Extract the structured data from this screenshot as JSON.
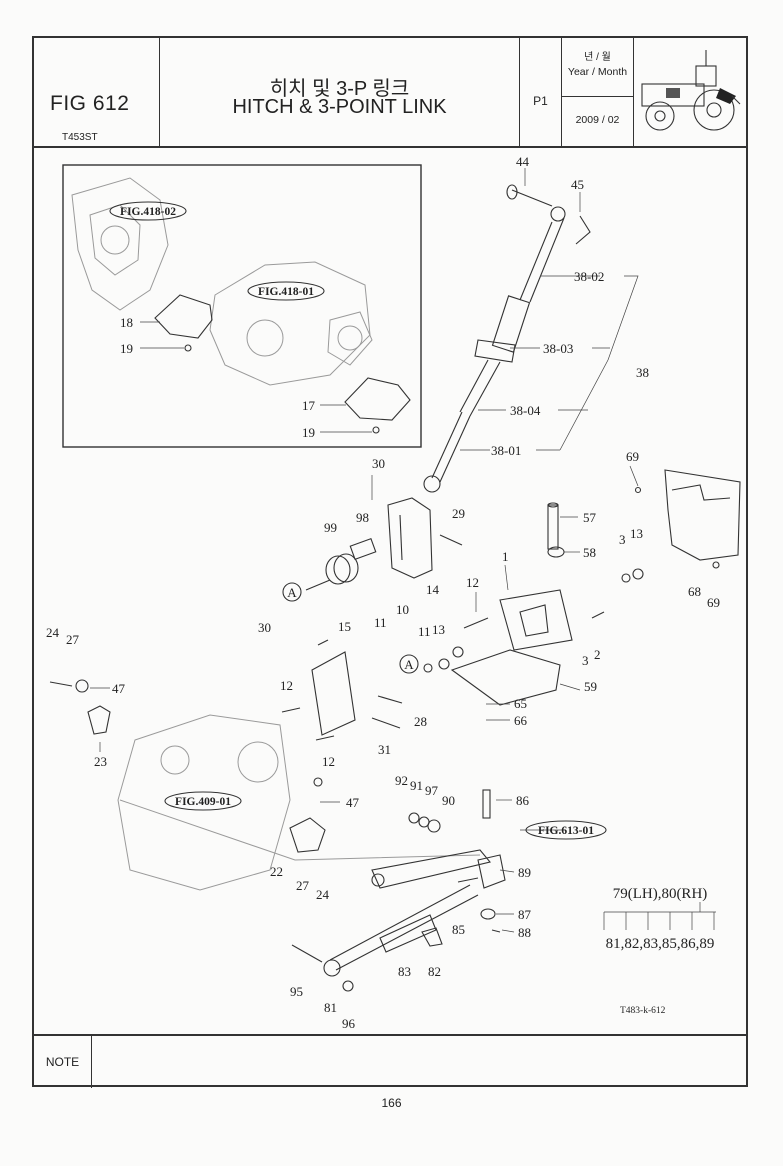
{
  "header": {
    "fig_no": "FIG 612",
    "model": "T453ST",
    "title_ko": "히치 및 3-P 링크",
    "title_en": "HITCH & 3-POINT LINK",
    "page": "P1",
    "ym_ko": "년 / 월",
    "ym_en": "Year / Month",
    "date": "2009 / 02"
  },
  "refs": {
    "r418_02": "FIG.418-02",
    "r418_01": "FIG.418-01",
    "r409_01": "FIG.409-01",
    "r613_01": "FIG.613-01"
  },
  "callouts": {
    "c44": "44",
    "c45": "45",
    "c38_02": "38-02",
    "c38_03": "38-03",
    "c38": "38",
    "c38_04": "38-04",
    "c38_01": "38-01",
    "c18": "18",
    "c19a": "19",
    "c17": "17",
    "c19b": "19",
    "c30a": "30",
    "c99": "99",
    "c98": "98",
    "c29": "29",
    "cA1": "A",
    "c14": "14",
    "c69a": "69",
    "c57": "57",
    "c58": "58",
    "c3a": "3",
    "c13a": "13",
    "c68": "68",
    "c69b": "69",
    "c1": "1",
    "c12a": "12",
    "c2": "2",
    "c3b": "3",
    "c59": "59",
    "c65": "65",
    "c66": "66",
    "c30b": "30",
    "c15": "15",
    "c11a": "11",
    "c10": "10",
    "c11b": "11",
    "c13b": "13",
    "cA2": "A",
    "c28": "28",
    "c12b": "12",
    "c12c": "12",
    "c31": "31",
    "c24a": "24",
    "c27a": "27",
    "c47a": "47",
    "c23": "23",
    "c92": "92",
    "c91": "91",
    "c97": "97",
    "c90": "90",
    "c86": "86",
    "c47b": "47",
    "c22": "22",
    "c27b": "27",
    "c24b": "24",
    "c89": "89",
    "c87": "87",
    "c88": "88",
    "c85": "85",
    "c95": "95",
    "c83": "83",
    "c82": "82",
    "c81": "81",
    "c96": "96"
  },
  "legend": {
    "group": "79(LH),80(RH)",
    "members": "81,82,83,85,86,89"
  },
  "drawing_code": "T483-k-612",
  "note_label": "NOTE",
  "page_number": "166"
}
